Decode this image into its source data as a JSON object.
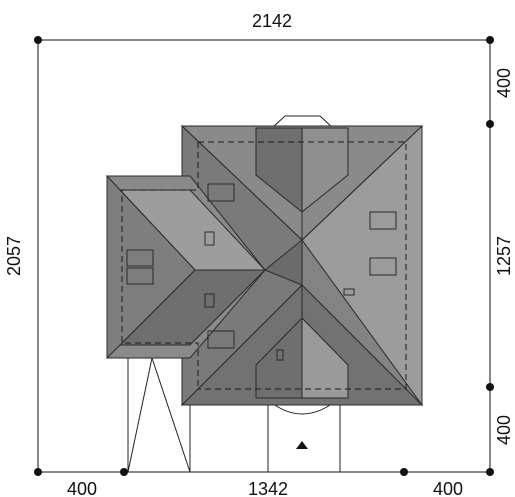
{
  "dimensions": {
    "top_total": "2142",
    "left_total": "2057",
    "right_top": "400",
    "right_middle": "1257",
    "right_bottom": "400",
    "bottom_left": "400",
    "bottom_middle": "1342",
    "bottom_right": "400"
  },
  "colors": {
    "roof_dark": "#6f6f6f",
    "roof_light": "#9a9a9a",
    "roof_mid": "#838383",
    "outline": "#2a2a2a",
    "dimension_line": "#111111"
  },
  "icons": {
    "entrance_marker": "triangle-up-icon"
  }
}
